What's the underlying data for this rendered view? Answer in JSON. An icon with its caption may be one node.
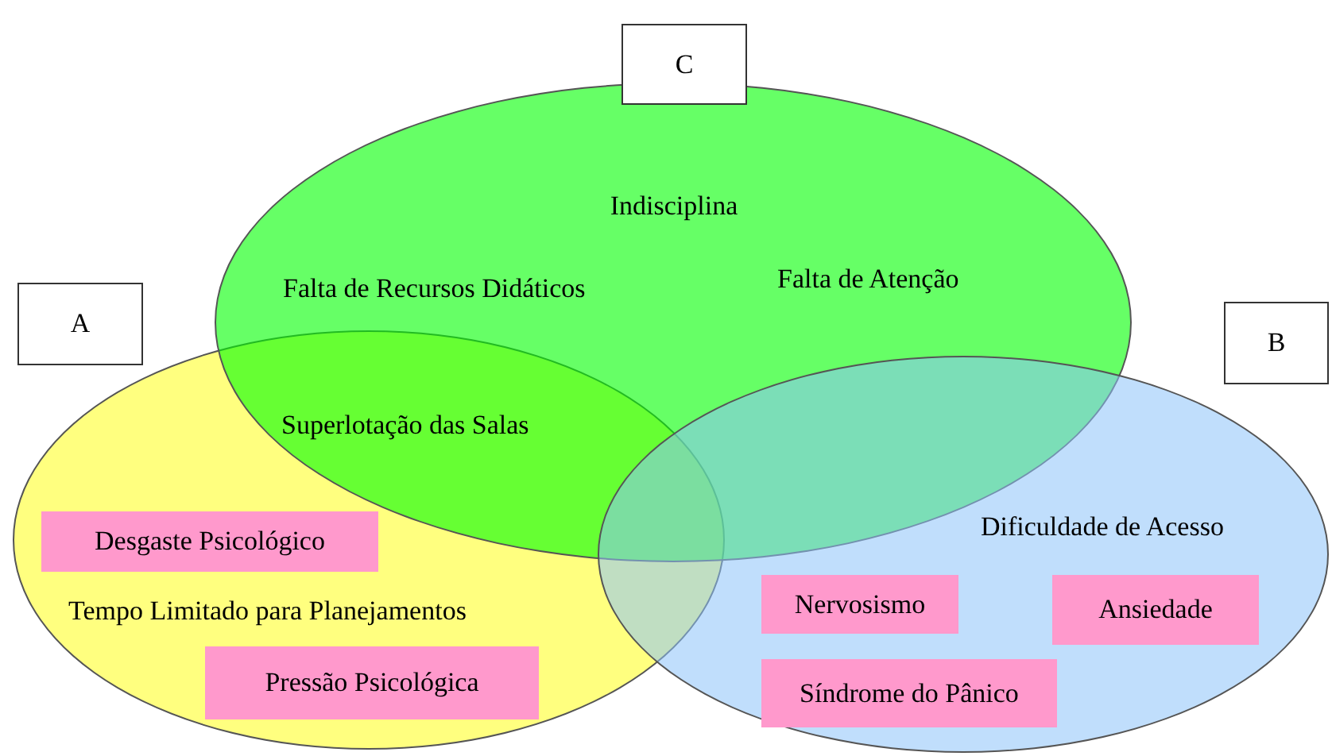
{
  "diagram": {
    "nodes": [
      {
        "text": [
          "C"
        ]
      },
      {
        "text": [
          "A"
        ]
      },
      {
        "text": [
          "B"
        ]
      },
      {
        "text": [
          "Indisciplina",
          "Falta de Recursos Didáticos",
          "Falta de Atenção"
        ]
      },
      {
        "text": [
          "Tempo Limitado para Planejamentos"
        ]
      },
      {
        "text": [
          "Dificuldade de Acesso"
        ]
      },
      {
        "text": [
          "Desgaste Psicológico"
        ],
        "in": 4
      },
      {
        "text": [
          "Pressão Psicológica"
        ],
        "in": 4
      },
      {
        "text": [
          "Nervosismo"
        ],
        "in": 5
      },
      {
        "text": [
          "Ansiedade"
        ],
        "in": 5
      },
      {
        "text": [
          "Síndrome do Pânico"
        ],
        "in": 5
      }
    ],
    "edges": [],
    "labels": [
      "Superlotação das Salas"
    ]
  }
}
